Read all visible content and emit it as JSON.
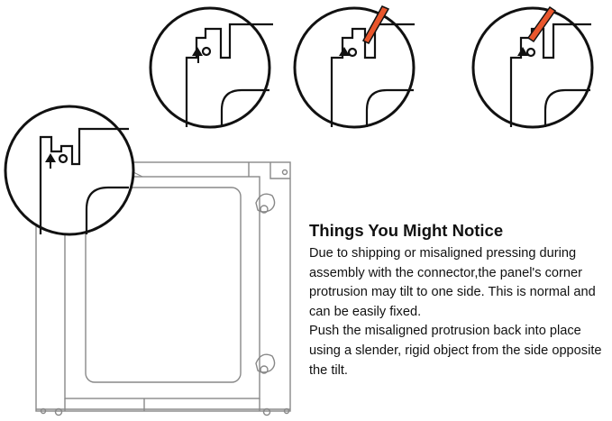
{
  "notice": {
    "title": "Things You Might Notice",
    "paragraphs": [
      "Due to shipping or misaligned pressing during assembly with the connector,the panel's corner protrusion may tilt to one side. This is normal and can be easily fixed.",
      "Push the misaligned protrusion back into place using a slender, rigid object from the side opposite the tilt."
    ]
  },
  "colors": {
    "line": "#111111",
    "frame_line": "#888888",
    "tool_orange": "#e9562c",
    "background": "#ffffff"
  }
}
